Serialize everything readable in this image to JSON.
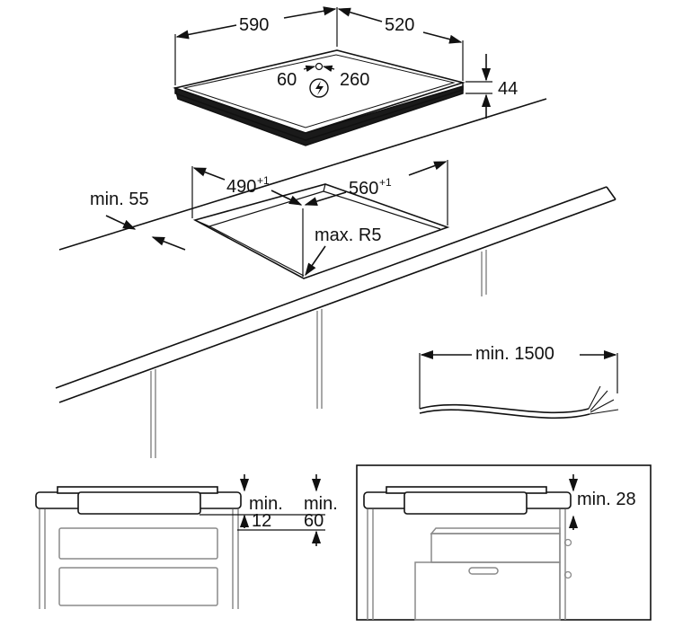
{
  "hob": {
    "width": "590",
    "depth": "520",
    "height": "44",
    "connection_offset_x": "60",
    "connection_offset_y": "260"
  },
  "cutout": {
    "width": "490",
    "width_tolerance": "+1",
    "depth": "560",
    "depth_tolerance": "+1",
    "corner_radius": "max. R5",
    "min_edge_distance": "min. 55"
  },
  "cable": {
    "min_length": "min. 1500"
  },
  "section_a": {
    "min_gap_label": "min.",
    "min_gap_value": "12",
    "min_depth_label": "min.",
    "min_depth_value": "60"
  },
  "section_b": {
    "min_gap": "min. 28"
  },
  "icons": {
    "electrical": "lightning-icon",
    "arrows": "dimension-arrow"
  }
}
